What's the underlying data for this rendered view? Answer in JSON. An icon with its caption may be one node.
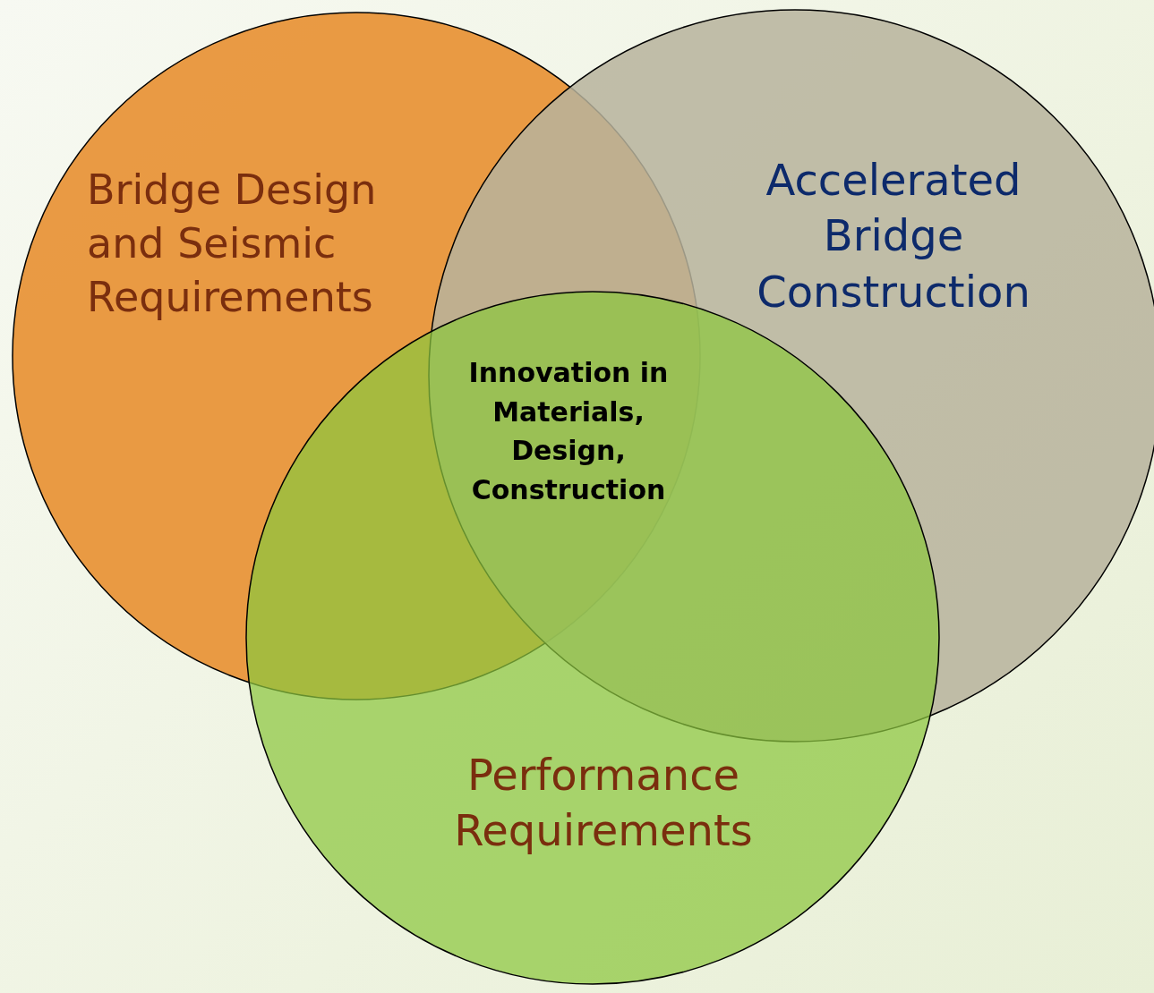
{
  "diagram": {
    "nodes": [
      {
        "text": [
          "Bridge Design and Seismic Requirements"
        ]
      },
      {
        "text": [
          "Accelerated Bridge Construction"
        ]
      },
      {
        "text": [
          "Performance Requirements"
        ]
      }
    ],
    "edges": [],
    "labels": [
      "Innovation in Materials, Design, Construction"
    ]
  }
}
